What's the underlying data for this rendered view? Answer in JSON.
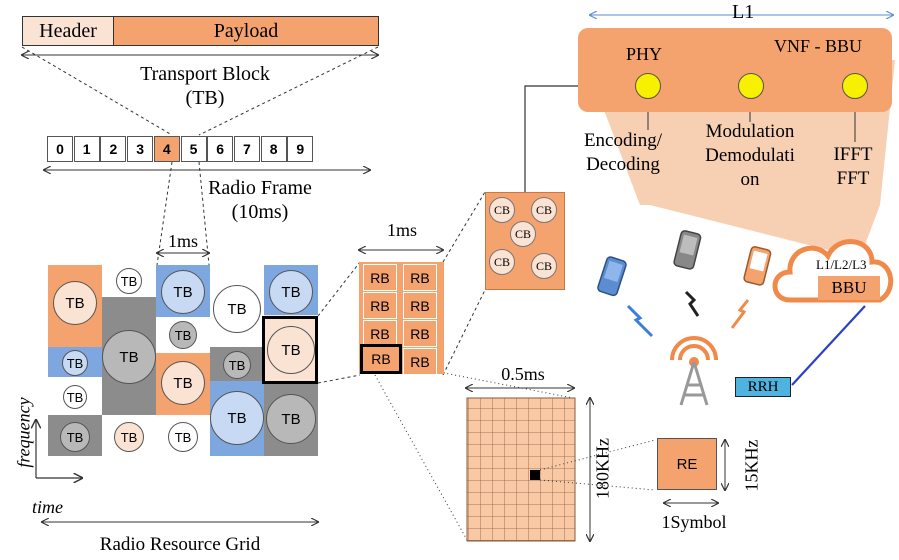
{
  "colors": {
    "orange": "#f4a26e",
    "light_orange": "#fbe3d4",
    "blue": "#7ea7e0",
    "light_blue": "#c8daf3",
    "dark_gray": "#8c8c8c",
    "light_gray": "#b8b8b8",
    "yellow": "#f7f000",
    "rrh_blue": "#4fb3e0"
  },
  "transport_block": {
    "header_label": "Header",
    "payload_label": "Payload",
    "title_line1": "Transport Block",
    "title_line2": "(TB)"
  },
  "radio_frame": {
    "subframes": [
      "0",
      "1",
      "2",
      "3",
      "4",
      "5",
      "6",
      "7",
      "8",
      "9"
    ],
    "highlighted_index": 4,
    "label_line1": "Radio Frame",
    "label_line2": "(10ms)"
  },
  "resource_grid": {
    "subframe_duration": "1ms",
    "tb_label": "TB",
    "frequency_label": "frequency",
    "time_label": "time",
    "caption": "Radio Resource Grid"
  },
  "resource_block": {
    "duration": "1ms",
    "rb_label": "RB",
    "cb_label": "CB"
  },
  "re_grid": {
    "slot_duration": "0.5ms",
    "bandwidth": "180KHz",
    "re_label": "RE",
    "subcarrier_spacing": "15KHz",
    "symbol_label": "1Symbol"
  },
  "vnf": {
    "l1_label": "L1",
    "title": "VNF - BBU",
    "phy_label": "PHY",
    "functions": [
      {
        "line1": "Encoding/",
        "line2": "Decoding"
      },
      {
        "line1": "Modulation",
        "line2": "Demodulati",
        "line3": "on"
      },
      {
        "line1": "IFFT",
        "line2": "FFT"
      }
    ]
  },
  "cloud": {
    "layers_label": "L1/L2/L3",
    "bbu_label": "BBU",
    "rrh_label": "RRH"
  },
  "icons": [
    "phone-icon-blue",
    "phone-icon-gray",
    "phone-icon-orange",
    "lightning-icon",
    "antenna-tower-icon",
    "cloud-icon"
  ]
}
